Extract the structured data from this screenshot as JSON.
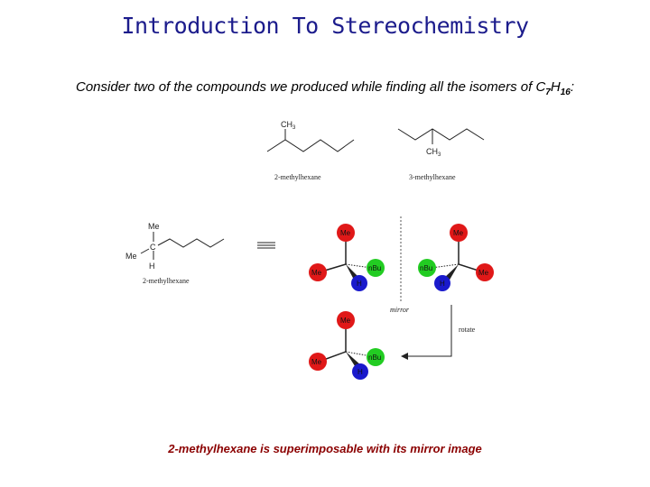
{
  "title": "Introduction To Stereochemistry",
  "intro": {
    "text_before": "Consider two of the compounds we produced while finding all the isomers of C",
    "sub_c": "7",
    "mid_h": "H",
    "sub_h": "16",
    "colon": ":"
  },
  "structures": {
    "top_left": {
      "name": "2-methylhexane",
      "substituent": "CH3"
    },
    "top_right": {
      "name": "3-methylhexane",
      "substituent": "CH3"
    },
    "fischer": {
      "name": "2-methylhexane",
      "me_top": "Me",
      "me_left": "Me",
      "c": "C",
      "h": "H"
    }
  },
  "models": {
    "left": {
      "top": "Me",
      "left": "Me",
      "right": "nBu",
      "bottom": "H"
    },
    "right": {
      "top": "Me",
      "left": "nBu",
      "right": "Me",
      "bottom": "H"
    },
    "bottom": {
      "top": "Me",
      "left": "Me",
      "right": "nBu",
      "bottom": "H"
    },
    "mirror_label": "mirror",
    "rotate_label": "rotate"
  },
  "colors": {
    "title": "#1c1c8c",
    "conclusion": "#8b0000",
    "methyl_ball": "#e01818",
    "butyl_ball": "#22cc22",
    "hydrogen_ball": "#1a1acc"
  },
  "conclusion": "2-methylhexane is superimposable with its mirror image"
}
